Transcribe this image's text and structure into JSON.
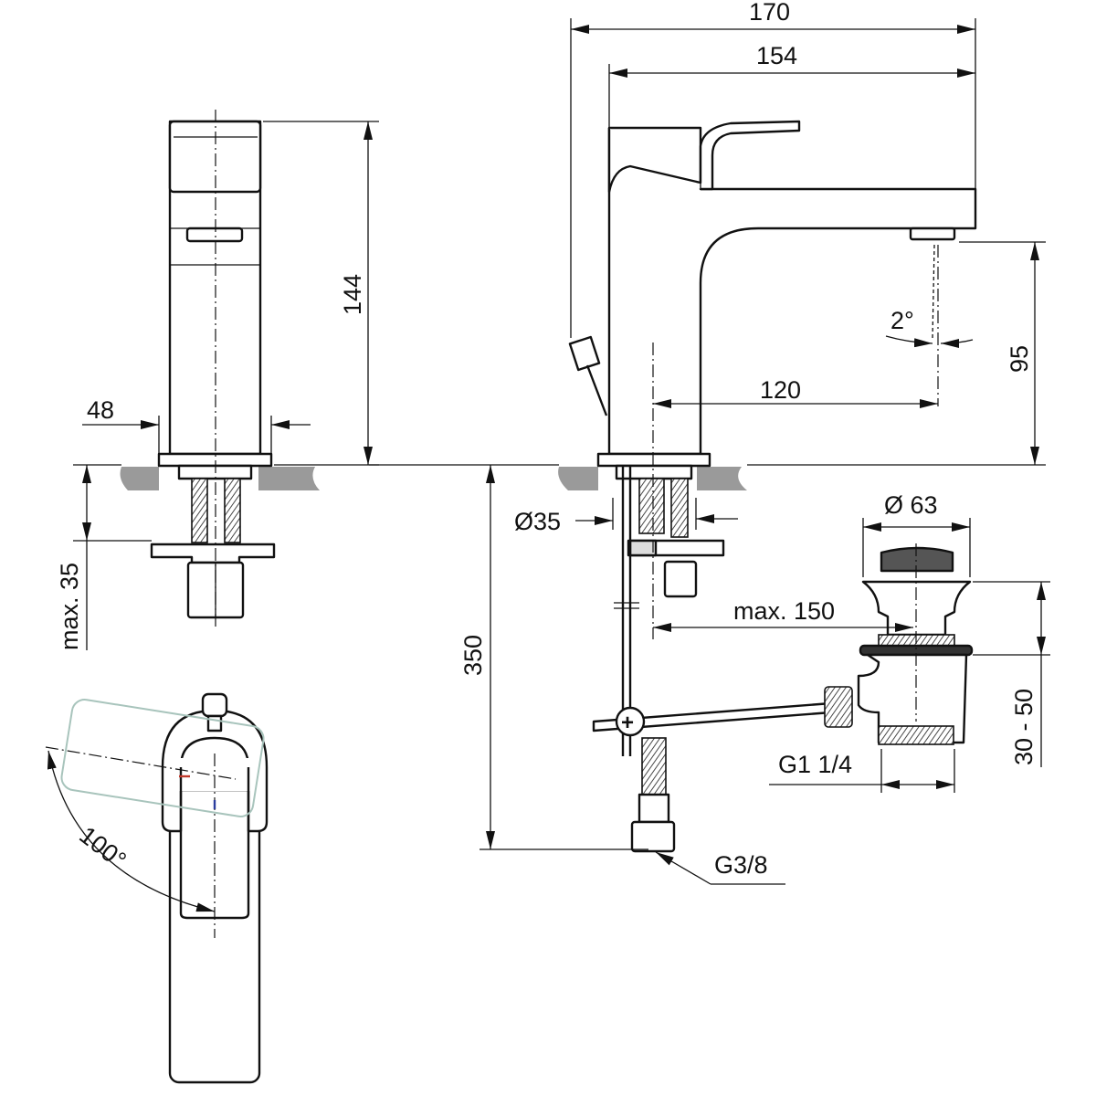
{
  "dimensions": {
    "overall_width": "170",
    "spout_reach": "154",
    "height": "144",
    "body_width": "48",
    "spout_height": "95",
    "jet_angle": "2°",
    "center_to_outlet": "120",
    "max_counter_thickness": "max. 35",
    "flex_hose_length": "350",
    "hole_diameter": "Ø35",
    "waste_diameter": "Ø 63",
    "max_rod_distance": "max. 150",
    "waste_adjust_range": "30 - 50",
    "waste_thread": "G1 1/4",
    "supply_thread": "G3/8",
    "handle_rotation": "100°"
  },
  "colors": {
    "hot_mark": "#c0392b",
    "cold_mark": "#2c3e9e",
    "ghost_handle": "#a8c4bc",
    "counter": "#9a9a9a"
  }
}
